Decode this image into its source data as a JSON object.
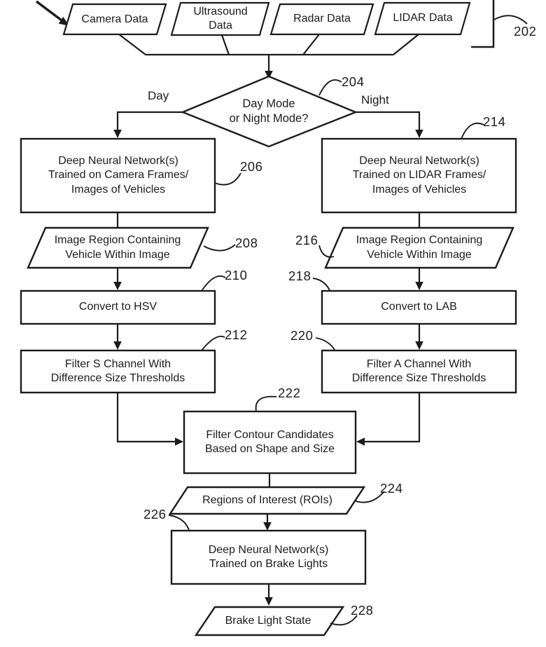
{
  "nodes": {
    "camera_data": "Camera Data",
    "ultrasound_data": "Ultrasound\nData",
    "radar_data": "Radar Data",
    "lidar_data": "LIDAR Data",
    "decision": "Day Mode\nor Night Mode?",
    "dnn_camera": "Deep Neural Network(s)\nTrained on Camera Frames/\nImages of Vehicles",
    "image_region_day": "Image Region Containing\nVehicle Within Image",
    "convert_hsv": "Convert to HSV",
    "filter_s_channel": "Filter S Channel With\nDifference Size Thresholds",
    "dnn_lidar": "Deep Neural Network(s)\nTrained on LIDAR Frames/\nImages of Vehicles",
    "image_region_night": "Image Region Containing\nVehicle Within Image",
    "convert_lab": "Convert to LAB",
    "filter_a_channel": "Filter A Channel With\nDifference Size Thresholds",
    "filter_contour": "Filter Contour Candidates\nBased on Shape and Size",
    "regions_of_interest": "Regions of Interest (ROIs)",
    "dnn_brake": "Deep Neural Network(s)\nTrained on Brake Lights",
    "brake_light_state": "Brake Light State"
  },
  "branches": {
    "day": "Day",
    "night": "Night"
  },
  "refs": {
    "sensor_group": "202",
    "decision": "204",
    "dnn_camera": "206",
    "image_region_day": "208",
    "convert_hsv": "210",
    "filter_s_channel": "212",
    "dnn_lidar": "214",
    "image_region_night": "216",
    "convert_lab": "218",
    "filter_a_channel": "220",
    "filter_contour": "222",
    "regions_of_interest": "224",
    "dnn_brake": "226",
    "brake_light_state": "228"
  },
  "colors": {
    "ink": "#1b1b1b",
    "background": "#ffffff"
  }
}
